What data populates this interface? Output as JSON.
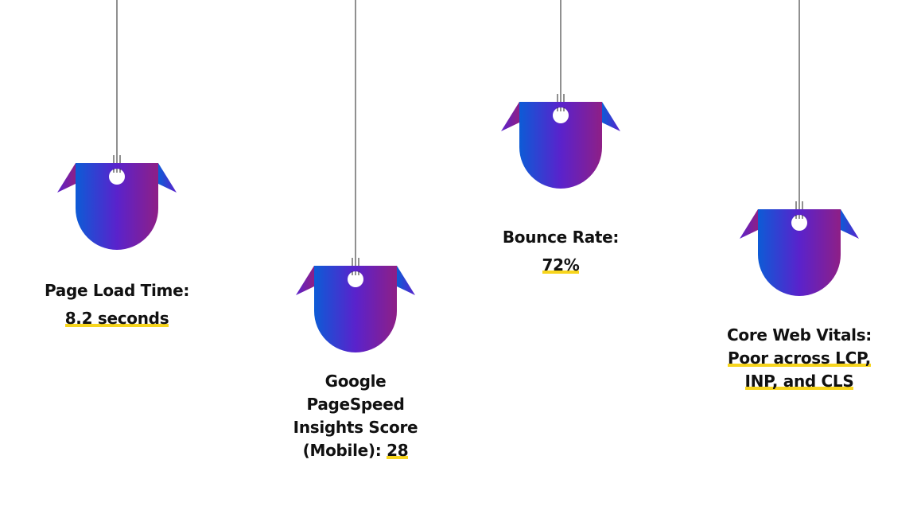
{
  "metrics": [
    {
      "label": "Page Load Time:",
      "value": "8.2 seconds"
    },
    {
      "label_lines": [
        "Google",
        "PageSpeed",
        "Insights Score"
      ],
      "label_last": "(Mobile): ",
      "value": "28"
    },
    {
      "label": "Bounce Rate:",
      "value": "72%"
    },
    {
      "label": "Core Web Vitals:",
      "value_lines": [
        "Poor across LCP,",
        "INP, and CLS"
      ]
    }
  ],
  "colors": {
    "gradient_start": "#0d5bd6",
    "gradient_mid": "#5a22cc",
    "gradient_end": "#8e1f86",
    "highlight": "#f7d51d"
  }
}
